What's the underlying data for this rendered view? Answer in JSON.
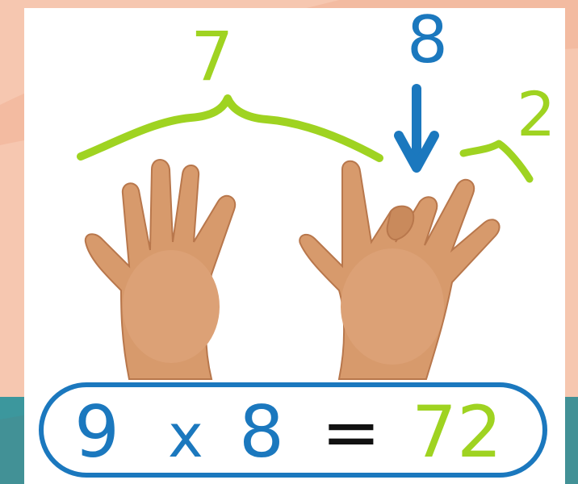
{
  "labels": {
    "left_count": "7",
    "finger_number": "8",
    "right_count": "2"
  },
  "equation": {
    "left": "9",
    "operator": "x",
    "right": "8",
    "equals": "=",
    "result": "72"
  },
  "colors": {
    "green": "#9fd321",
    "blue": "#1b78be",
    "skin": "#d79a6c",
    "background": "#f6c7b0"
  },
  "icons": {
    "brace": "curly-brace-icon",
    "arrow": "down-arrow-icon",
    "hands": "hands-illustration"
  }
}
